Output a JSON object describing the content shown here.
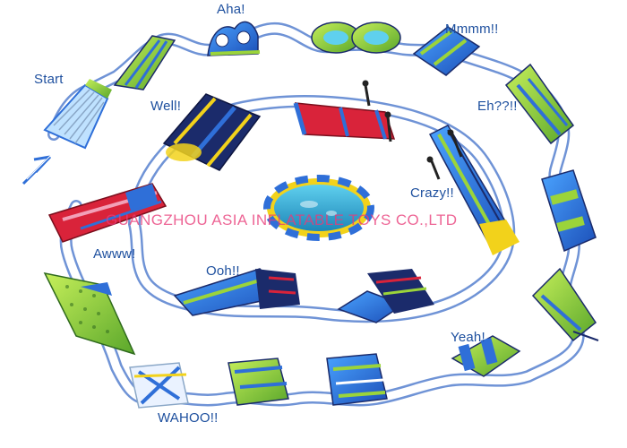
{
  "labels": {
    "start": "Start",
    "aha": "Aha!",
    "mmmm": "Mmmm!!",
    "well": "Well!",
    "eh": "Eh??!!",
    "crazy": "Crazy!!",
    "awww": "Awww!",
    "ooh": "Ooh!!",
    "yeah": "Yeah!",
    "wahoo": "WAHOO!!"
  },
  "watermark": "GUANGZHOU ASIA INFLATABLE TOYS CO.,LTD",
  "colors": {
    "path_fill": "#ffffff",
    "path_outline": "#6f93d6",
    "label_text": "#1d4f9e",
    "watermark": "#e93a78",
    "inflatable_blue": "#2f6fd8",
    "inflatable_lime": "#9bd43a",
    "inflatable_red": "#d9233a",
    "inflatable_navy": "#1b2b6b",
    "inflatable_yellow": "#f2d21b",
    "pool_water": "#39b7d8"
  }
}
